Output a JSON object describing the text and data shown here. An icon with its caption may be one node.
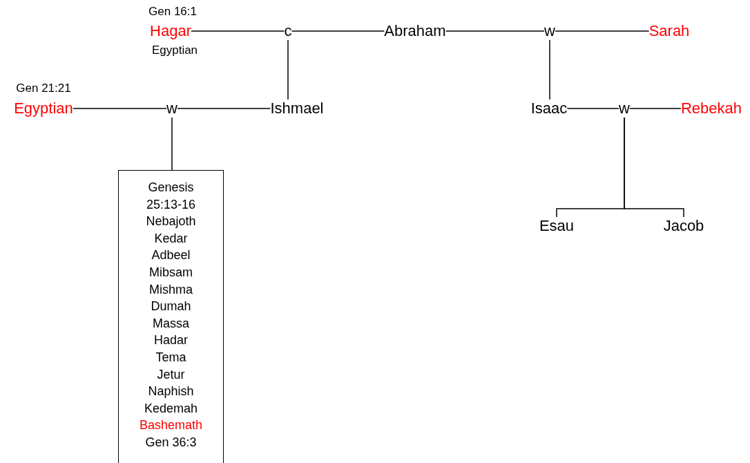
{
  "diagram": {
    "nodes": [
      {
        "text": [
          "Hagar"
        ],
        "beside": [
          "Gen 16:1",
          "Egyptian"
        ]
      },
      {
        "text": [
          "c"
        ]
      },
      {
        "text": [
          "Abraham"
        ]
      },
      {
        "text": [
          "w"
        ]
      },
      {
        "text": [
          "Sarah"
        ]
      },
      {
        "text": [
          "Ishmael"
        ]
      },
      {
        "text": [
          "Egyptian"
        ],
        "beside": [
          "Gen 21:21"
        ]
      },
      {
        "text": [
          "w"
        ]
      },
      {
        "text": [
          "Genesis 25:13-16",
          "Nebajoth",
          "Kedar",
          "Adbeel",
          "Mibsam",
          "Mishma",
          "Dumah",
          "Massa",
          "Hadar",
          "Tema",
          "Jetur",
          "Naphish",
          "Kedemah",
          "Bashemath",
          "Gen 36:3"
        ]
      },
      {
        "text": [
          "Isaac"
        ]
      },
      {
        "text": [
          "w"
        ]
      },
      {
        "text": [
          "Rebekah"
        ]
      },
      {
        "text": [
          "Esau"
        ]
      },
      {
        "text": [
          "Jacob"
        ]
      }
    ],
    "edges": [
      {
        "from": 0,
        "to": 1,
        "arrow": "none"
      },
      {
        "from": 1,
        "to": 2,
        "arrow": "none"
      },
      {
        "from": 2,
        "to": 3,
        "arrow": "none"
      },
      {
        "from": 3,
        "to": 4,
        "arrow": "none"
      },
      {
        "from": 1,
        "to": 5,
        "arrow": "none"
      },
      {
        "from": 3,
        "to": 9,
        "arrow": "none"
      },
      {
        "from": 6,
        "to": 7,
        "arrow": "none"
      },
      {
        "from": 7,
        "to": 5,
        "arrow": "none"
      },
      {
        "from": 7,
        "to": 8,
        "arrow": "none"
      },
      {
        "from": 9,
        "to": 10,
        "arrow": "none"
      },
      {
        "from": 10,
        "to": 11,
        "arrow": "none"
      },
      {
        "from": 10,
        "to": 12,
        "arrow": "none"
      },
      {
        "from": 10,
        "to": 13,
        "arrow": "none"
      }
    ]
  }
}
